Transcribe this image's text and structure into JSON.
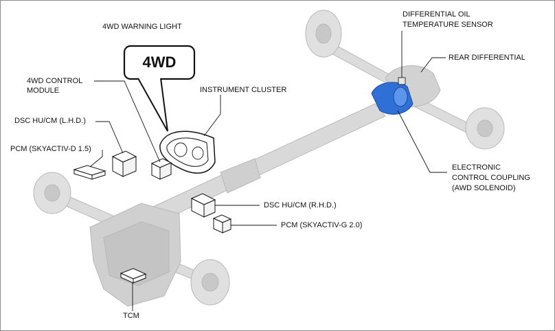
{
  "labels": {
    "warning_light": "4WD WARNING LIGHT",
    "badge": "4WD",
    "control_module_1": "4WD CONTROL",
    "control_module_2": "MODULE",
    "instrument_cluster": "INSTRUMENT CLUSTER",
    "dsc_lhd": "DSC HU/CM (L.H.D.)",
    "pcm_d": "PCM (SKYACTIV-D 1.5)",
    "diff_sensor_1": "DIFFERENTIAL OIL",
    "diff_sensor_2": "TEMPERATURE SENSOR",
    "rear_diff": "REAR DIFFERENTIAL",
    "coupling_1": "ELECTRONIC",
    "coupling_2": "CONTROL COUPLING",
    "coupling_3": "(AWD SOLENOID)",
    "dsc_rhd": "DSC HU/CM (R.H.D.)",
    "pcm_g": "PCM (SKYACTIV-G 2.0)",
    "tcm": "TCM"
  },
  "colors": {
    "outline": "#111111",
    "chassis": "#d6d6d6",
    "chassis_dark": "#b8b8b8",
    "coupling": "#2f6fd6"
  }
}
